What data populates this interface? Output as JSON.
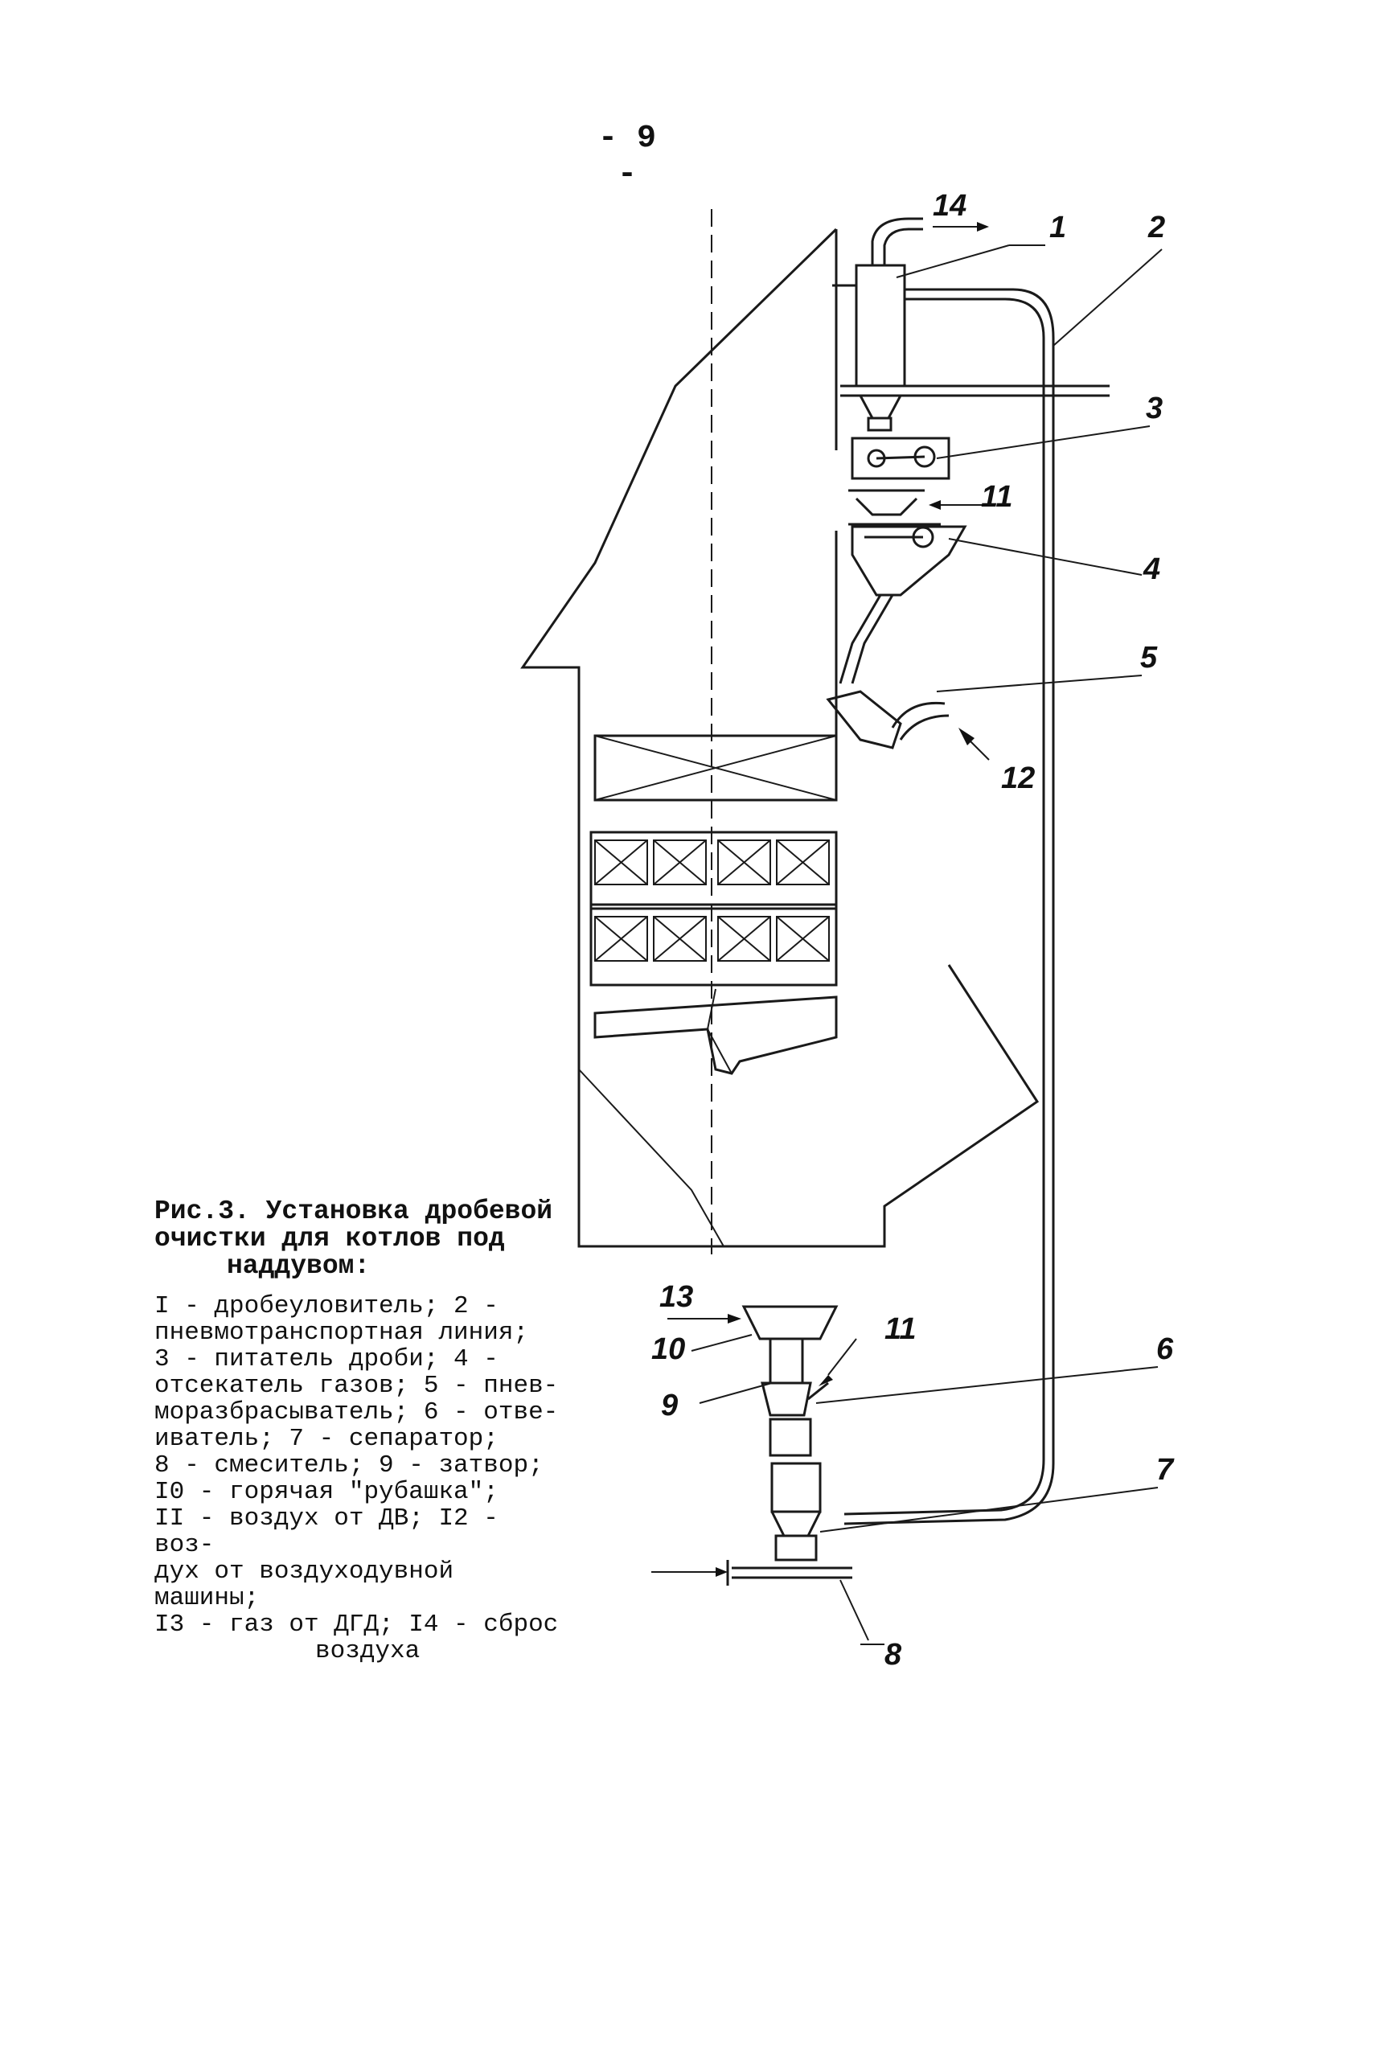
{
  "page_number": "- 9 -",
  "figure": {
    "caption_line1": "Рис.3. Установка дробевой очистки для котлов под",
    "caption_line2": "наддувом:"
  },
  "legend_lines": [
    "I - дробеуловитель; 2 -",
    "пневмотранспортная линия;",
    "3 - питатель дроби; 4 -",
    "отсекатель газов; 5 - пнев-",
    "моразбрасыватель; 6 - отве-",
    "иватель; 7 - сепаратор;",
    "8 - смеситель; 9 - затвор;",
    "I0 - горячая \"рубашка\";",
    "II - воздух от ДВ; I2 - воз-",
    "дух от воздуходувной машины;",
    "I3 - газ от ДГД; I4 - сброс"
  ],
  "legend_last": "воздуха",
  "callouts": {
    "c1": "1",
    "c2": "2",
    "c3": "3",
    "c4": "4",
    "c5": "5",
    "c6": "6",
    "c7": "7",
    "c8": "8",
    "c9": "9",
    "c10": "10",
    "c11a": "11",
    "c11b": "11",
    "c12": "12",
    "c13": "13",
    "c14": "14"
  }
}
